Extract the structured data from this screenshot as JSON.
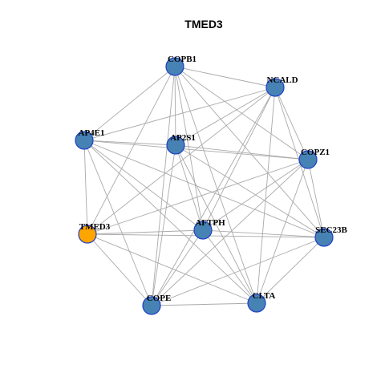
{
  "title": "TMED3",
  "colors": {
    "default_node": "#4682b4",
    "highlight_node": "#ffa500",
    "node_border": "#1f3fc7",
    "edge": "#aaaaaa"
  },
  "nodes": [
    {
      "id": "COPB1",
      "label": "COPB1",
      "highlight": false
    },
    {
      "id": "NCALD",
      "label": "NCALD",
      "highlight": false
    },
    {
      "id": "AP4E1",
      "label": "AP4E1",
      "highlight": false
    },
    {
      "id": "AP2S1",
      "label": "AP2S1",
      "highlight": false
    },
    {
      "id": "COPZ1",
      "label": "COPZ1",
      "highlight": false
    },
    {
      "id": "TMED3",
      "label": "TMED3",
      "highlight": true
    },
    {
      "id": "AFTPH",
      "label": "AFTPH",
      "highlight": false
    },
    {
      "id": "SEC23B",
      "label": "SEC23B",
      "highlight": false
    },
    {
      "id": "COPE",
      "label": "COPE",
      "highlight": false
    },
    {
      "id": "CLTA",
      "label": "CLTA",
      "highlight": false
    }
  ],
  "edges": [
    [
      "COPB1",
      "NCALD"
    ],
    [
      "COPB1",
      "AP4E1"
    ],
    [
      "COPB1",
      "AP2S1"
    ],
    [
      "COPB1",
      "COPZ1"
    ],
    [
      "COPB1",
      "TMED3"
    ],
    [
      "COPB1",
      "AFTPH"
    ],
    [
      "COPB1",
      "SEC23B"
    ],
    [
      "COPB1",
      "COPE"
    ],
    [
      "COPB1",
      "CLTA"
    ],
    [
      "NCALD",
      "AP4E1"
    ],
    [
      "NCALD",
      "AP2S1"
    ],
    [
      "NCALD",
      "COPZ1"
    ],
    [
      "NCALD",
      "TMED3"
    ],
    [
      "NCALD",
      "AFTPH"
    ],
    [
      "NCALD",
      "SEC23B"
    ],
    [
      "NCALD",
      "COPE"
    ],
    [
      "NCALD",
      "CLTA"
    ],
    [
      "AP4E1",
      "AP2S1"
    ],
    [
      "AP4E1",
      "COPZ1"
    ],
    [
      "AP4E1",
      "TMED3"
    ],
    [
      "AP4E1",
      "AFTPH"
    ],
    [
      "AP4E1",
      "SEC23B"
    ],
    [
      "AP4E1",
      "COPE"
    ],
    [
      "AP4E1",
      "CLTA"
    ],
    [
      "AP2S1",
      "COPZ1"
    ],
    [
      "AP2S1",
      "AFTPH"
    ],
    [
      "AP2S1",
      "SEC23B"
    ],
    [
      "AP2S1",
      "COPE"
    ],
    [
      "AP2S1",
      "CLTA"
    ],
    [
      "COPZ1",
      "TMED3"
    ],
    [
      "COPZ1",
      "AFTPH"
    ],
    [
      "COPZ1",
      "SEC23B"
    ],
    [
      "COPZ1",
      "COPE"
    ],
    [
      "COPZ1",
      "CLTA"
    ],
    [
      "TMED3",
      "AFTPH"
    ],
    [
      "TMED3",
      "SEC23B"
    ],
    [
      "TMED3",
      "COPE"
    ],
    [
      "TMED3",
      "CLTA"
    ],
    [
      "AFTPH",
      "SEC23B"
    ],
    [
      "AFTPH",
      "COPE"
    ],
    [
      "AFTPH",
      "CLTA"
    ],
    [
      "SEC23B",
      "COPE"
    ],
    [
      "SEC23B",
      "CLTA"
    ],
    [
      "COPE",
      "CLTA"
    ]
  ]
}
